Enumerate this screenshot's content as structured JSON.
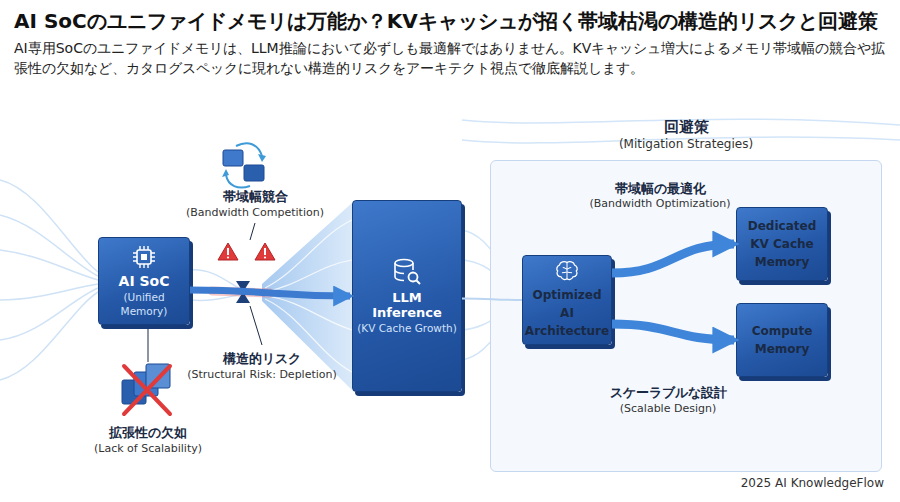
{
  "diagram": {
    "title": "AI SoCのユニファイドメモリは万能か？KVキャッシュが招く帯域枯渇の構造的リスクと回避策",
    "caption": "AI専用SoCのユニファイドメモリは、LLM推論において必ずしも最適解ではありません。KVキャッシュ増大によるメモリ帯域幅の競合や拡張性の欠如など、カタログスペックに現れない構造的リスクをアーキテクト視点で徹底解説します。",
    "nodes": [
      {
        "text": [
          "AI SoC",
          "(Unified Memory)"
        ]
      },
      {
        "text": [
          "LLM Inference",
          "(KV Cache Growth)"
        ]
      },
      {
        "text": [
          "回避策",
          "(Mitigation Strategies)"
        ]
      },
      {
        "text": [
          "Optimized AI Architecture"
        ],
        "in": 2
      },
      {
        "text": [
          "Dedicated KV Cache Memory"
        ],
        "in": 2
      },
      {
        "text": [
          "Compute Memory"
        ],
        "in": 2
      }
    ],
    "edges": [
      {
        "from": 0,
        "to": 1,
        "arrow": "to"
      },
      {
        "from": 1,
        "to": 3,
        "arrow": "none"
      },
      {
        "from": 3,
        "to": 4,
        "arrow": "to"
      },
      {
        "from": 3,
        "to": 5,
        "arrow": "to"
      }
    ],
    "labels": [
      "帯域幅競合",
      "(Bandwidth Competition)",
      "構造的リスク",
      "(Structural Risk: Depletion)",
      "拡張性の欠如",
      "(Lack of Scalability)",
      "帯域幅の最適化",
      "(Bandwidth Optimization)",
      "スケーラブルな設計",
      "(Scalable Design)",
      "2025 AI KnowledgeFlow"
    ]
  }
}
